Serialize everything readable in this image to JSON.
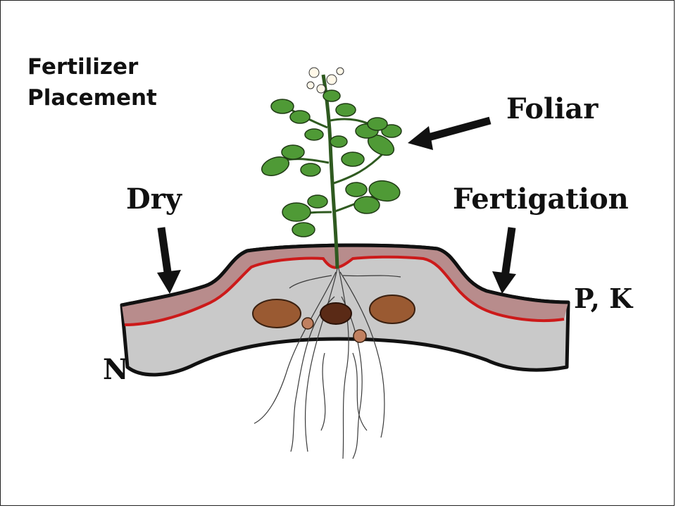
{
  "title": {
    "line1": "Fertilizer",
    "line2": "Placement"
  },
  "labels": {
    "foliar": "Foliar",
    "dry": "Dry",
    "fertigation": "Fertigation",
    "pk": "P, K",
    "n": "N"
  },
  "colors": {
    "soil": "#c8c8c8",
    "fertilizer_band": "#b78c8c",
    "band_line": "#cc1a1a",
    "leaf": "#4f9a36",
    "tuber": "#9a5a32"
  }
}
